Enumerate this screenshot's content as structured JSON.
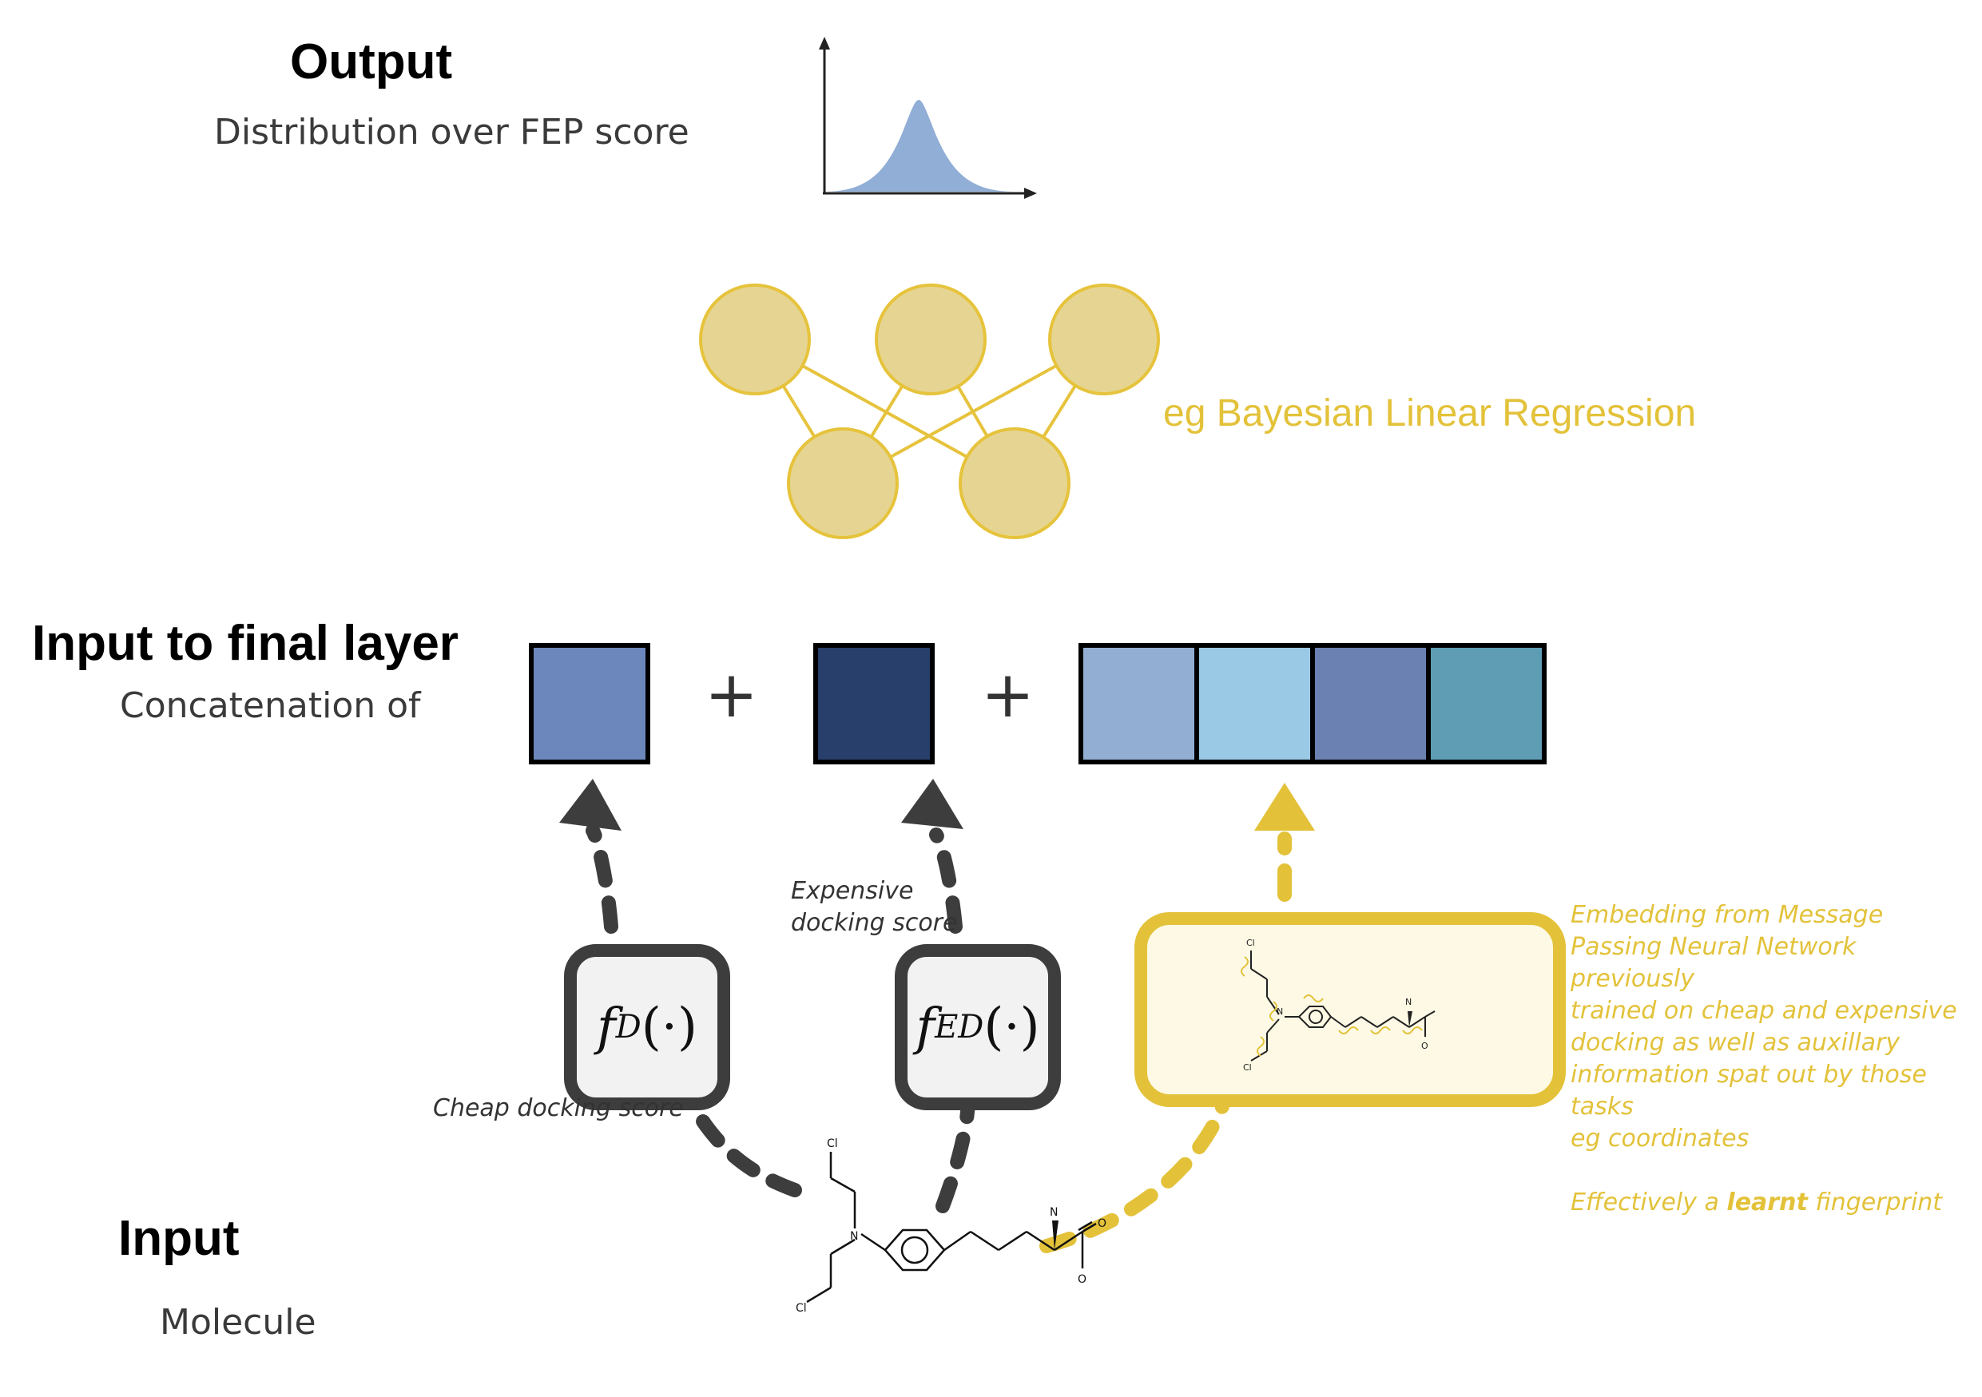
{
  "output": {
    "title": "Output",
    "subtitle": "Distribution over FEP score"
  },
  "regressor": {
    "label": "eg Bayesian Linear Regression"
  },
  "final_layer": {
    "title": "Input to final layer",
    "subtitle": "Concatenation of",
    "plus": "+",
    "colors": {
      "cheap": "#6b87bb",
      "expensive": "#283f6b",
      "fingerprint": [
        "#93aed3",
        "#9ac9e5",
        "#6a81b1",
        "#5e9db4"
      ]
    }
  },
  "functions": {
    "cheap": {
      "main": "f",
      "sub": "D",
      "args": "(·)",
      "label": "Cheap docking score"
    },
    "expensive": {
      "main": "f",
      "sub": "ED",
      "args": "(·)",
      "label_line1": "Expensive",
      "label_line2": "docking score"
    }
  },
  "embedding": {
    "lines": [
      "Embedding from Message",
      "Passing Neural Network previously",
      "trained on cheap and expensive",
      "docking as well as auxillary",
      "information spat out by those tasks",
      "eg coordinates"
    ],
    "summary_prefix": "Effectively a ",
    "summary_bold": "learnt",
    "summary_suffix": " fingerprint"
  },
  "input": {
    "title": "Input",
    "subtitle": "Molecule"
  },
  "molecule": {
    "atom_cl": "Cl",
    "atom_n": "N",
    "atom_o": "O"
  },
  "colors": {
    "accent_yellow": "#e3c23a",
    "node_fill": "#e6d592",
    "node_stroke": "#e6c33c",
    "dark": "#3d3d3d",
    "dist_fill": "#90aed6"
  }
}
